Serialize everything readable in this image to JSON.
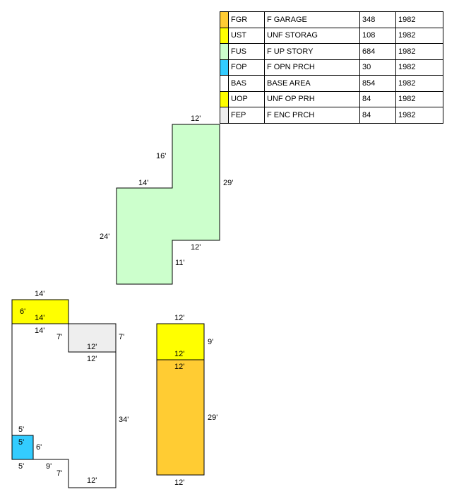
{
  "legend": [
    {
      "code": "FGR",
      "desc": "F GARAGE",
      "area": "348",
      "year": "1982",
      "color": "#ffcc33"
    },
    {
      "code": "UST",
      "desc": "UNF STORAG",
      "area": "108",
      "year": "1982",
      "color": "#ffff00"
    },
    {
      "code": "FUS",
      "desc": "F UP STORY",
      "area": "684",
      "year": "1982",
      "color": "#ccffcc"
    },
    {
      "code": "FOP",
      "desc": "F OPN PRCH",
      "area": "30",
      "year": "1982",
      "color": "#33ccff"
    },
    {
      "code": "BAS",
      "desc": "BASE AREA",
      "area": "854",
      "year": "1982",
      "color": "#ffffff"
    },
    {
      "code": "UOP",
      "desc": "UNF OP PRH",
      "area": "84",
      "year": "1982",
      "color": "#ffff00"
    },
    {
      "code": "FEP",
      "desc": "F ENC PRCH",
      "area": "84",
      "year": "1982",
      "color": "#eeeeee"
    }
  ],
  "dims": {
    "fus_top": "12'",
    "fus_upper_left": "16'",
    "fus_step": "14'",
    "fus_right": "29'",
    "fus_left": "24'",
    "fus_notch_top": "12'",
    "fus_notch_side": "11'",
    "uop_top": "14'",
    "uop_side": "6'",
    "uop_bottom": "14'",
    "bas_top": "14'",
    "fep_left": "7'",
    "fep_right": "7'",
    "fep_bottom_in": "12'",
    "fep_bottom_out": "12'",
    "bas_right": "34'",
    "fop_top": "5'",
    "fop_in": "5'",
    "fop_side": "6'",
    "fop_bottom": "5'",
    "bas_notch_h": "9'",
    "bas_notch_v": "7'",
    "bas_bottom": "12'",
    "ust_top": "12'",
    "ust_side": "9'",
    "ust_bottom": "12'",
    "fgr_top": "12'",
    "fgr_side": "29'",
    "fgr_bottom": "12'"
  }
}
